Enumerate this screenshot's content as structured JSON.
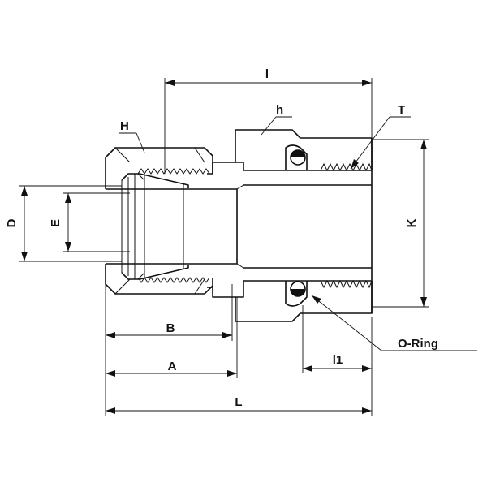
{
  "diagram": {
    "labels": {
      "l": "l",
      "h": "h",
      "T": "T",
      "H": "H",
      "D": "D",
      "E": "E",
      "K": "K",
      "B": "B",
      "A": "A",
      "L": "L",
      "l1": "l1",
      "o_ring": "O-Ring"
    }
  }
}
